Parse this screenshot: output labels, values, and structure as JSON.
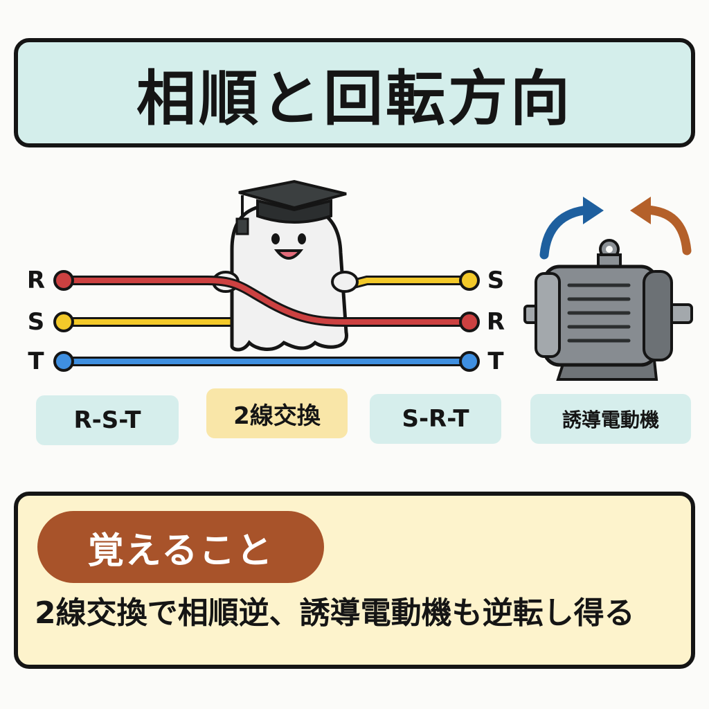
{
  "title": "相順と回転方向",
  "left_labels": [
    "R",
    "S",
    "T"
  ],
  "right_labels": [
    "S",
    "R",
    "T"
  ],
  "chips": {
    "original_order": "R-S-T",
    "swap": "2線交換",
    "new_order": "S-R-T",
    "motor": "誘導電動機"
  },
  "memo": {
    "heading": "覚えること",
    "text": "2線交換で相順逆、誘導電動機も逆転し得る"
  },
  "colors": {
    "phase_R": "#cc4141",
    "phase_S": "#f3c92a",
    "phase_T": "#3f8fe0",
    "arrow_forward": "#1e5f9e",
    "arrow_reverse": "#b4602a",
    "title_bg": "#d4eeeb",
    "memo_bg": "#fdf3cc",
    "memo_heading_bg": "#a8532a"
  },
  "icons": [
    "graduation-cap-icon",
    "ghost-mascot-icon",
    "induction-motor-icon",
    "forward-rotation-arrow-icon",
    "reverse-rotation-arrow-icon"
  ]
}
